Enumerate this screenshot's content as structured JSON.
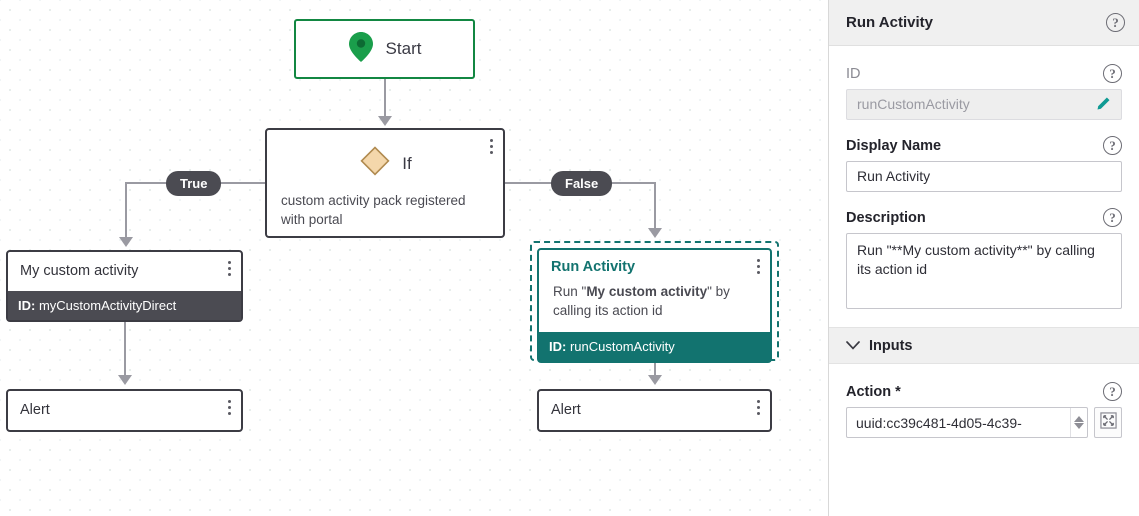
{
  "canvas": {
    "start_node": {
      "label": "Start",
      "icon": "location-pin-icon",
      "border_color": "#128742"
    },
    "if_node": {
      "title": "If",
      "condition": "custom activity pack registered with portal",
      "icon": "diamond-icon",
      "icon_color": "#f2d6a8"
    },
    "branch_labels": {
      "true": "True",
      "false": "False"
    },
    "custom_activity_node": {
      "title": "My custom activity",
      "id_prefix": "ID:",
      "id_value": "myCustomActivityDirect"
    },
    "run_activity_node": {
      "title": "Run Activity",
      "body_prefix": "Run \"",
      "body_bold": "My custom activity",
      "body_suffix": "\" by calling its action id",
      "id_prefix": "ID:",
      "id_value": "runCustomActivity",
      "accent_color": "#12736f",
      "selected": true
    },
    "alert_left": {
      "title": "Alert"
    },
    "alert_right": {
      "title": "Alert"
    }
  },
  "panel": {
    "header": {
      "title": "Run Activity",
      "help": "?"
    },
    "id_field": {
      "label": "ID",
      "value": "runCustomActivity",
      "help": "?",
      "edit_icon": "pencil-icon",
      "disabled": true
    },
    "display_name_field": {
      "label": "Display Name",
      "value": "Run Activity",
      "help": "?"
    },
    "description_field": {
      "label": "Description",
      "value": "Run \"**My custom activity**\" by calling its action id",
      "help": "?"
    },
    "inputs_section": {
      "title": "Inputs",
      "chevron": "chevron-down-icon",
      "expanded": true
    },
    "action_field": {
      "label": "Action",
      "required_mark": "*",
      "value": "uuid:cc39c481-4d05-4c39-",
      "help": "?",
      "expand_icon": "expand-arrows-icon"
    }
  }
}
